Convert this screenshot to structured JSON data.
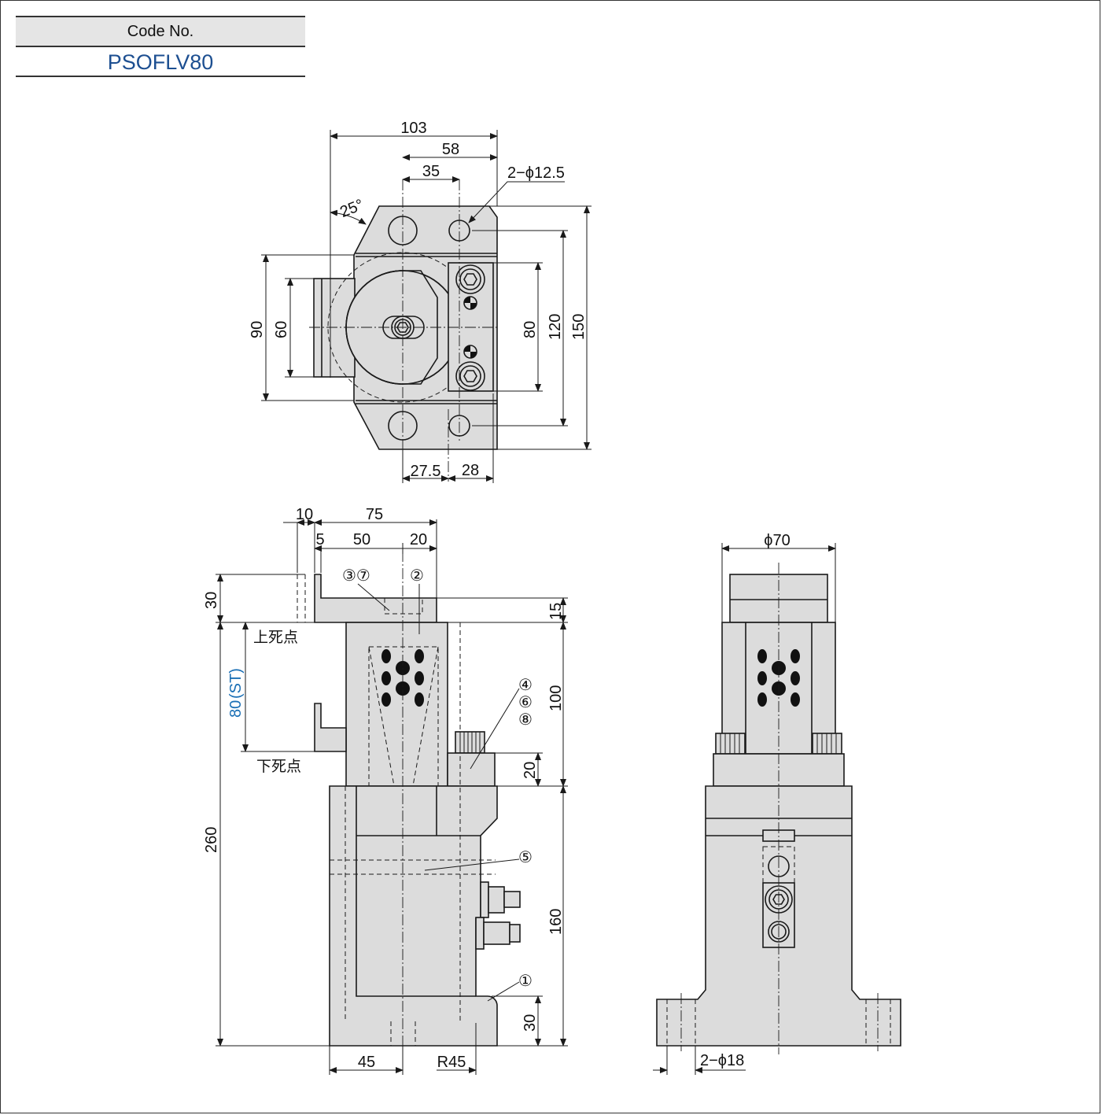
{
  "header": {
    "code_label": "Code No.",
    "code_value": "PSOFLV80"
  },
  "top_view": {
    "dims": {
      "overall_width": "103",
      "width_58": "58",
      "width_35": "35",
      "holes": "2−ϕ12.5",
      "angle": "25°",
      "height_90": "90",
      "height_60": "60",
      "height_80": "80",
      "height_120": "120",
      "height_150": "150",
      "bottom_27_5": "27.5",
      "bottom_28": "28"
    }
  },
  "front_view": {
    "dims": {
      "d10": "10",
      "d75": "75",
      "d5": "5",
      "d50": "50",
      "d20_top": "20",
      "d30_top": "30",
      "d15": "15",
      "d100": "100",
      "stroke": "80",
      "stroke_suffix": "(ST)",
      "d20_mid": "20",
      "d260": "260",
      "d160": "160",
      "d30_bottom": "30",
      "d45": "45",
      "r45": "R45"
    },
    "labels": {
      "top_dead_center": "上死点",
      "bottom_dead_center": "下死点"
    },
    "callouts": {
      "c37": "③⑦",
      "c2": "②",
      "c4": "④",
      "c6": "⑥",
      "c8": "⑧",
      "c5": "⑤",
      "c1": "①"
    }
  },
  "side_view": {
    "dims": {
      "diameter": "ϕ70",
      "holes": "2−ϕ18"
    }
  }
}
